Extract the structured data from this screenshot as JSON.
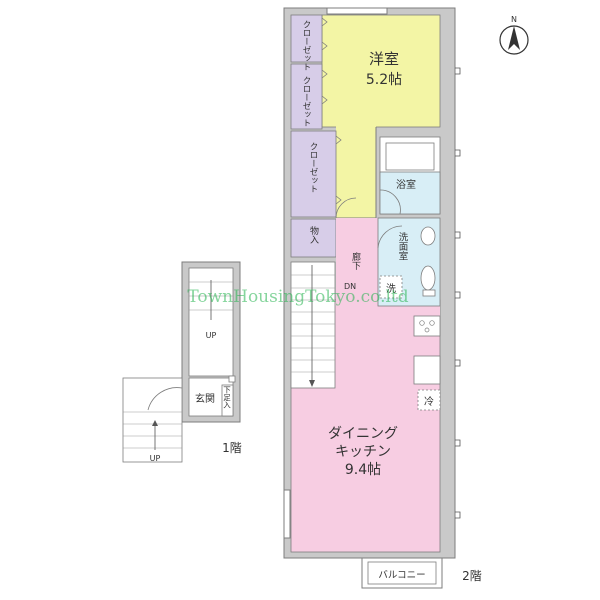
{
  "rooms": {
    "western": {
      "name": "洋室",
      "size": "5.2帖"
    },
    "closet_top": "クローゼット",
    "closet_mid": "クローゼット",
    "closet_large": "クローゼット",
    "storage": "物入",
    "corridor": "廊下",
    "dn": "DN",
    "bath": "浴室",
    "washroom": "洗面室",
    "washer": "洗",
    "fridge": "冷",
    "dining": {
      "line1": "ダイニング",
      "line2": "キッチン",
      "size": "9.4帖"
    },
    "balcony": "バルコニー",
    "entrance": "玄関",
    "shoe": "下足入",
    "up_stairs": "UP",
    "up_outside": "UP"
  },
  "floors": {
    "first": "1階",
    "second": "2階"
  },
  "compass": {
    "north": "N"
  },
  "watermark": "TownHousingTokyo.co.ltd",
  "colors": {
    "western_room": "#f3f5a5",
    "closet": "#d7cde8",
    "wet": "#d8eef6",
    "dining": "#f7cde2",
    "wall": "#c9c9c9",
    "wall_edge": "#7d7d7d",
    "watermark": "#22b24c"
  }
}
